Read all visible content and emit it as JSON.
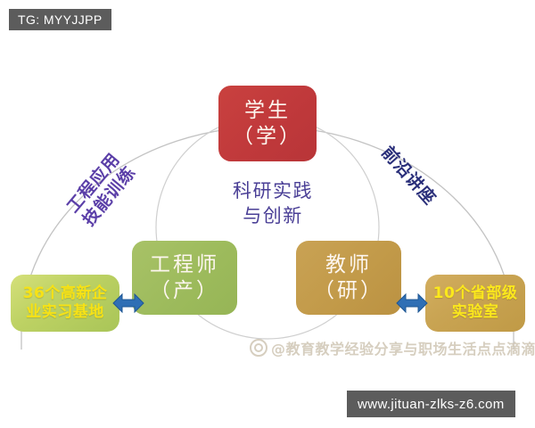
{
  "overlays": {
    "tg_badge": "TG: MYYJJPP",
    "site_badge": "www.jituan-zlks-z6.com",
    "watermark": "@教育教学经验分享与职场生活点点滴滴"
  },
  "diagram": {
    "nodes": {
      "student": {
        "title": "学生",
        "subtitle": "（学）",
        "color": "#c0393b"
      },
      "engineer": {
        "title": "工程师",
        "subtitle": "（产）",
        "color": "#9dbb5c"
      },
      "teacher": {
        "title": "教师",
        "subtitle": "（研）",
        "color": "#c29a49"
      },
      "bases": {
        "line1": "36个高新企",
        "line2": "业实习基地",
        "color": "#bed264",
        "text_color": "#f7e215"
      },
      "labs": {
        "line1": "10个省部级",
        "line2": "实验室",
        "color": "#c9a453",
        "text_color": "#fbe81c"
      }
    },
    "labels": {
      "left_arc": {
        "line1": "工程应用",
        "line2": "技能训练",
        "color": "#5b3fa8"
      },
      "right_arc": {
        "line1": "前沿讲座",
        "color": "#2a2f7a"
      },
      "center": {
        "line1": "科研实践",
        "line2": "与创新",
        "color": "#4a3f96"
      }
    },
    "connectors": {
      "left_arrow": "double-arrow-left-right",
      "right_arrow": "double-arrow-left-right",
      "arrow_color": "#2f6fb5"
    },
    "arc_color": "#bdbdbd"
  }
}
